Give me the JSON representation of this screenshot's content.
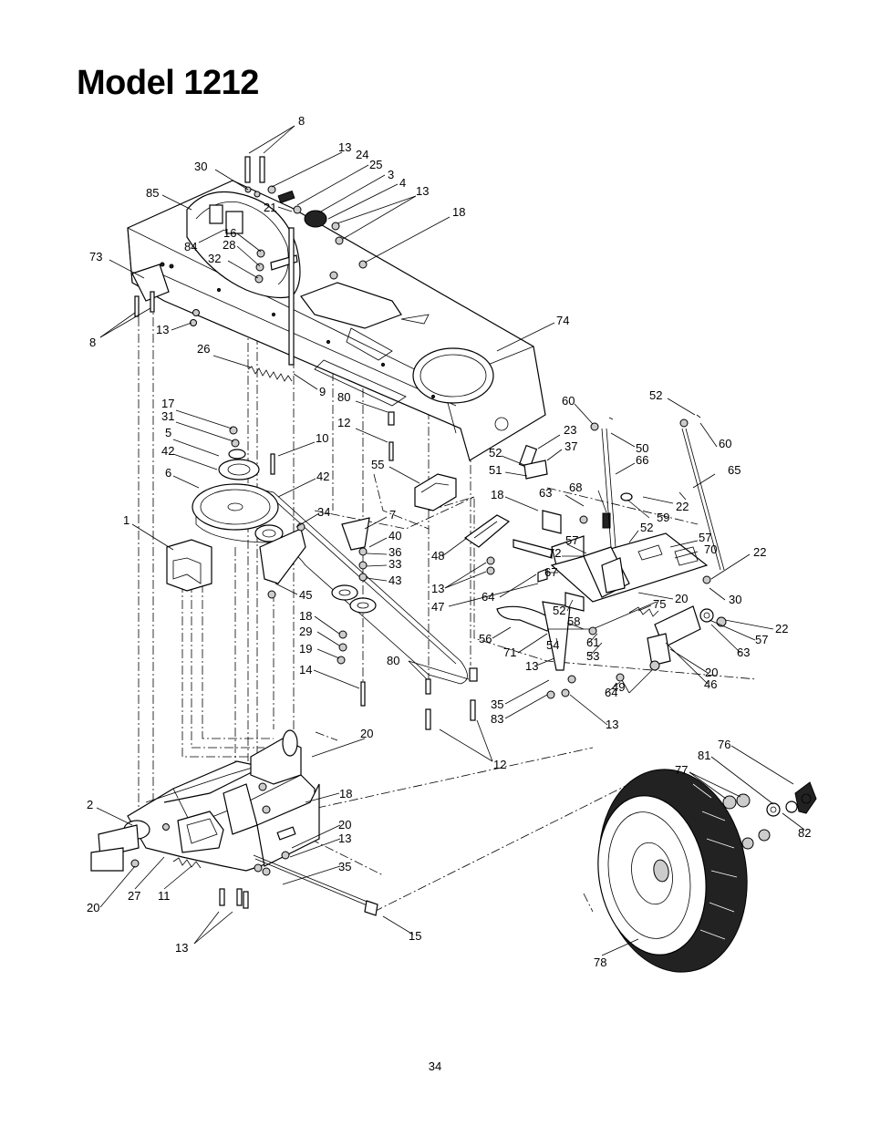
{
  "page": {
    "title": "Model 1212",
    "page_number": "34"
  },
  "callouts": [
    {
      "id": "c8a",
      "text": "8"
    },
    {
      "id": "c13a",
      "text": "13"
    },
    {
      "id": "c24",
      "text": "24"
    },
    {
      "id": "c30a",
      "text": "30"
    },
    {
      "id": "c25",
      "text": "25"
    },
    {
      "id": "c3",
      "text": "3"
    },
    {
      "id": "c4",
      "text": "4"
    },
    {
      "id": "c85",
      "text": "85"
    },
    {
      "id": "c13b",
      "text": "13"
    },
    {
      "id": "c21",
      "text": "21"
    },
    {
      "id": "c18a",
      "text": "18"
    },
    {
      "id": "c16",
      "text": "16"
    },
    {
      "id": "c84",
      "text": "84"
    },
    {
      "id": "c28",
      "text": "28"
    },
    {
      "id": "c73",
      "text": "73"
    },
    {
      "id": "c32",
      "text": "32"
    },
    {
      "id": "c74",
      "text": "74"
    },
    {
      "id": "c8b",
      "text": "8"
    },
    {
      "id": "c13c",
      "text": "13"
    },
    {
      "id": "c26",
      "text": "26"
    },
    {
      "id": "c9",
      "text": "9"
    },
    {
      "id": "c80a",
      "text": "80"
    },
    {
      "id": "c60a",
      "text": "60"
    },
    {
      "id": "c52a",
      "text": "52"
    },
    {
      "id": "c17",
      "text": "17"
    },
    {
      "id": "c31",
      "text": "31"
    },
    {
      "id": "c12a",
      "text": "12"
    },
    {
      "id": "c23",
      "text": "23"
    },
    {
      "id": "c5",
      "text": "5"
    },
    {
      "id": "c10",
      "text": "10"
    },
    {
      "id": "c37",
      "text": "37"
    },
    {
      "id": "c50",
      "text": "50"
    },
    {
      "id": "c60b",
      "text": "60"
    },
    {
      "id": "c42a",
      "text": "42"
    },
    {
      "id": "c52b",
      "text": "52"
    },
    {
      "id": "c66",
      "text": "66"
    },
    {
      "id": "c6",
      "text": "6"
    },
    {
      "id": "c55",
      "text": "55"
    },
    {
      "id": "c51",
      "text": "51"
    },
    {
      "id": "c65",
      "text": "65"
    },
    {
      "id": "c42b",
      "text": "42"
    },
    {
      "id": "c18b",
      "text": "18"
    },
    {
      "id": "c63a",
      "text": "63"
    },
    {
      "id": "c68",
      "text": "68"
    },
    {
      "id": "c22a",
      "text": "22"
    },
    {
      "id": "c34",
      "text": "34"
    },
    {
      "id": "c7",
      "text": "7"
    },
    {
      "id": "c59",
      "text": "59"
    },
    {
      "id": "c1",
      "text": "1"
    },
    {
      "id": "c40",
      "text": "40"
    },
    {
      "id": "c52c",
      "text": "52"
    },
    {
      "id": "c57a",
      "text": "57"
    },
    {
      "id": "c57b",
      "text": "57"
    },
    {
      "id": "c70",
      "text": "70"
    },
    {
      "id": "c36",
      "text": "36"
    },
    {
      "id": "c48",
      "text": "48"
    },
    {
      "id": "c72",
      "text": "72"
    },
    {
      "id": "c33",
      "text": "33"
    },
    {
      "id": "c22b",
      "text": "22"
    },
    {
      "id": "c43",
      "text": "43"
    },
    {
      "id": "c13d",
      "text": "13"
    },
    {
      "id": "c67",
      "text": "67"
    },
    {
      "id": "c45",
      "text": "45"
    },
    {
      "id": "c64a",
      "text": "64"
    },
    {
      "id": "c20a",
      "text": "20"
    },
    {
      "id": "c47",
      "text": "47"
    },
    {
      "id": "c75",
      "text": "75"
    },
    {
      "id": "c30b",
      "text": "30"
    },
    {
      "id": "c18c",
      "text": "18"
    },
    {
      "id": "c52d",
      "text": "52"
    },
    {
      "id": "c58",
      "text": "58"
    },
    {
      "id": "c22c",
      "text": "22"
    },
    {
      "id": "c29",
      "text": "29"
    },
    {
      "id": "c56",
      "text": "56"
    },
    {
      "id": "c57c",
      "text": "57"
    },
    {
      "id": "c19",
      "text": "19"
    },
    {
      "id": "c54",
      "text": "54"
    },
    {
      "id": "c61",
      "text": "61"
    },
    {
      "id": "c71",
      "text": "71"
    },
    {
      "id": "c63b",
      "text": "63"
    },
    {
      "id": "c53",
      "text": "53"
    },
    {
      "id": "c80b",
      "text": "80"
    },
    {
      "id": "c13e",
      "text": "13"
    },
    {
      "id": "c20b",
      "text": "20"
    },
    {
      "id": "c14",
      "text": "14"
    },
    {
      "id": "c46",
      "text": "46"
    },
    {
      "id": "c49",
      "text": "49"
    },
    {
      "id": "c64b",
      "text": "64"
    },
    {
      "id": "c35a",
      "text": "35"
    },
    {
      "id": "c83",
      "text": "83"
    },
    {
      "id": "c13f",
      "text": "13"
    },
    {
      "id": "c20c",
      "text": "20"
    },
    {
      "id": "c12b",
      "text": "12"
    },
    {
      "id": "c76",
      "text": "76"
    },
    {
      "id": "c81",
      "text": "81"
    },
    {
      "id": "c77",
      "text": "77"
    },
    {
      "id": "c18d",
      "text": "18"
    },
    {
      "id": "c2",
      "text": "2"
    },
    {
      "id": "c82",
      "text": "82"
    },
    {
      "id": "c20d",
      "text": "20"
    },
    {
      "id": "c13g",
      "text": "13"
    },
    {
      "id": "c35b",
      "text": "35"
    },
    {
      "id": "c20e",
      "text": "20"
    },
    {
      "id": "c27",
      "text": "27"
    },
    {
      "id": "c11",
      "text": "11"
    },
    {
      "id": "c15",
      "text": "15"
    },
    {
      "id": "c13h",
      "text": "13"
    },
    {
      "id": "c78",
      "text": "78"
    }
  ]
}
